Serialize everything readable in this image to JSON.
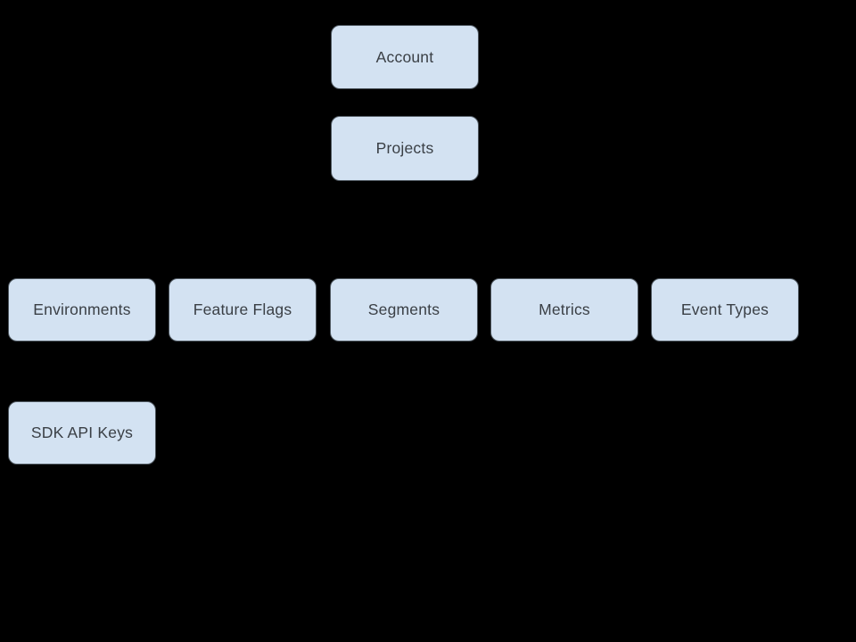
{
  "diagram": {
    "background_color": "#000000",
    "node_fill_color": "#d3e2f2",
    "node_border_color": "#4d565e",
    "node_text_color": "#3a3f45",
    "nodes": [
      {
        "id": "account",
        "label": "Account"
      },
      {
        "id": "projects",
        "label": "Projects"
      },
      {
        "id": "environments",
        "label": "Environments"
      },
      {
        "id": "feature-flags",
        "label": "Feature Flags"
      },
      {
        "id": "segments",
        "label": "Segments"
      },
      {
        "id": "metrics",
        "label": "Metrics"
      },
      {
        "id": "event-types",
        "label": "Event Types"
      },
      {
        "id": "sdk-api-keys",
        "label": "SDK API Keys"
      }
    ]
  }
}
